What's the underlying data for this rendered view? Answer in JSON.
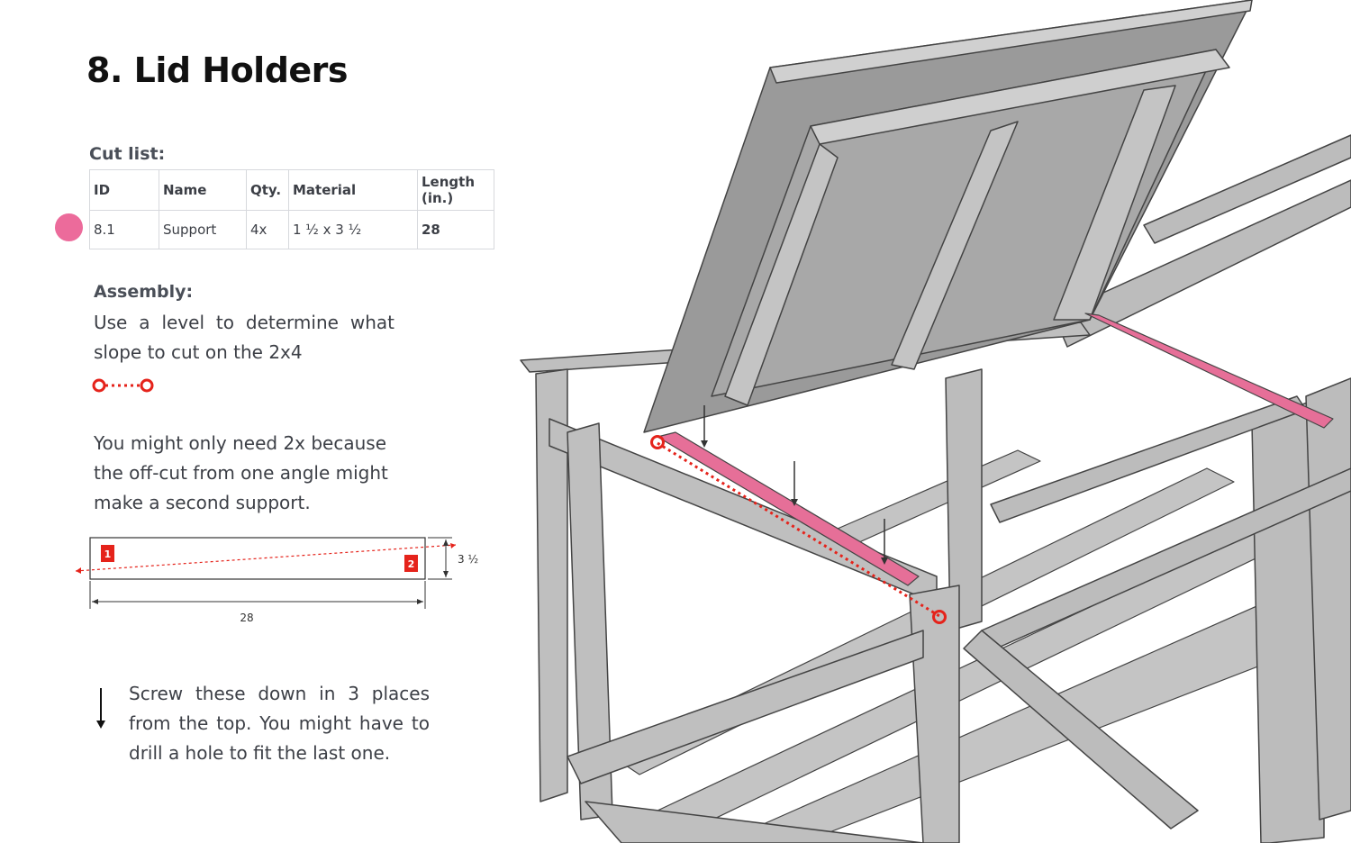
{
  "title": "8. Lid Holders",
  "cut_list": {
    "heading": "Cut list:",
    "columns": [
      "ID",
      "Name",
      "Qty.",
      "Material",
      "Length (in.)"
    ],
    "rows": [
      {
        "id": "8.1",
        "name": "Support",
        "qty": "4x",
        "material": "1 ½ x 3 ½",
        "length": "28"
      }
    ],
    "marker_color": "#ec6b9b"
  },
  "assembly": {
    "heading": "Assembly:",
    "text1": "Use a level to determine what slope to cut on the 2x4",
    "text2": "You might only need 2x because the off-cut from one angle might make a second support.",
    "text3": "Screw these down in 3 places from the top. You might have to drill a hole to fit the last one."
  },
  "cut_diagram": {
    "badge1": "1",
    "badge2": "2",
    "length_label": "28",
    "height_label": "3 ½"
  },
  "colors": {
    "accent_red": "#e5231b",
    "support_pink": "#e66f98",
    "wood_gray": "#b9b9b9"
  }
}
